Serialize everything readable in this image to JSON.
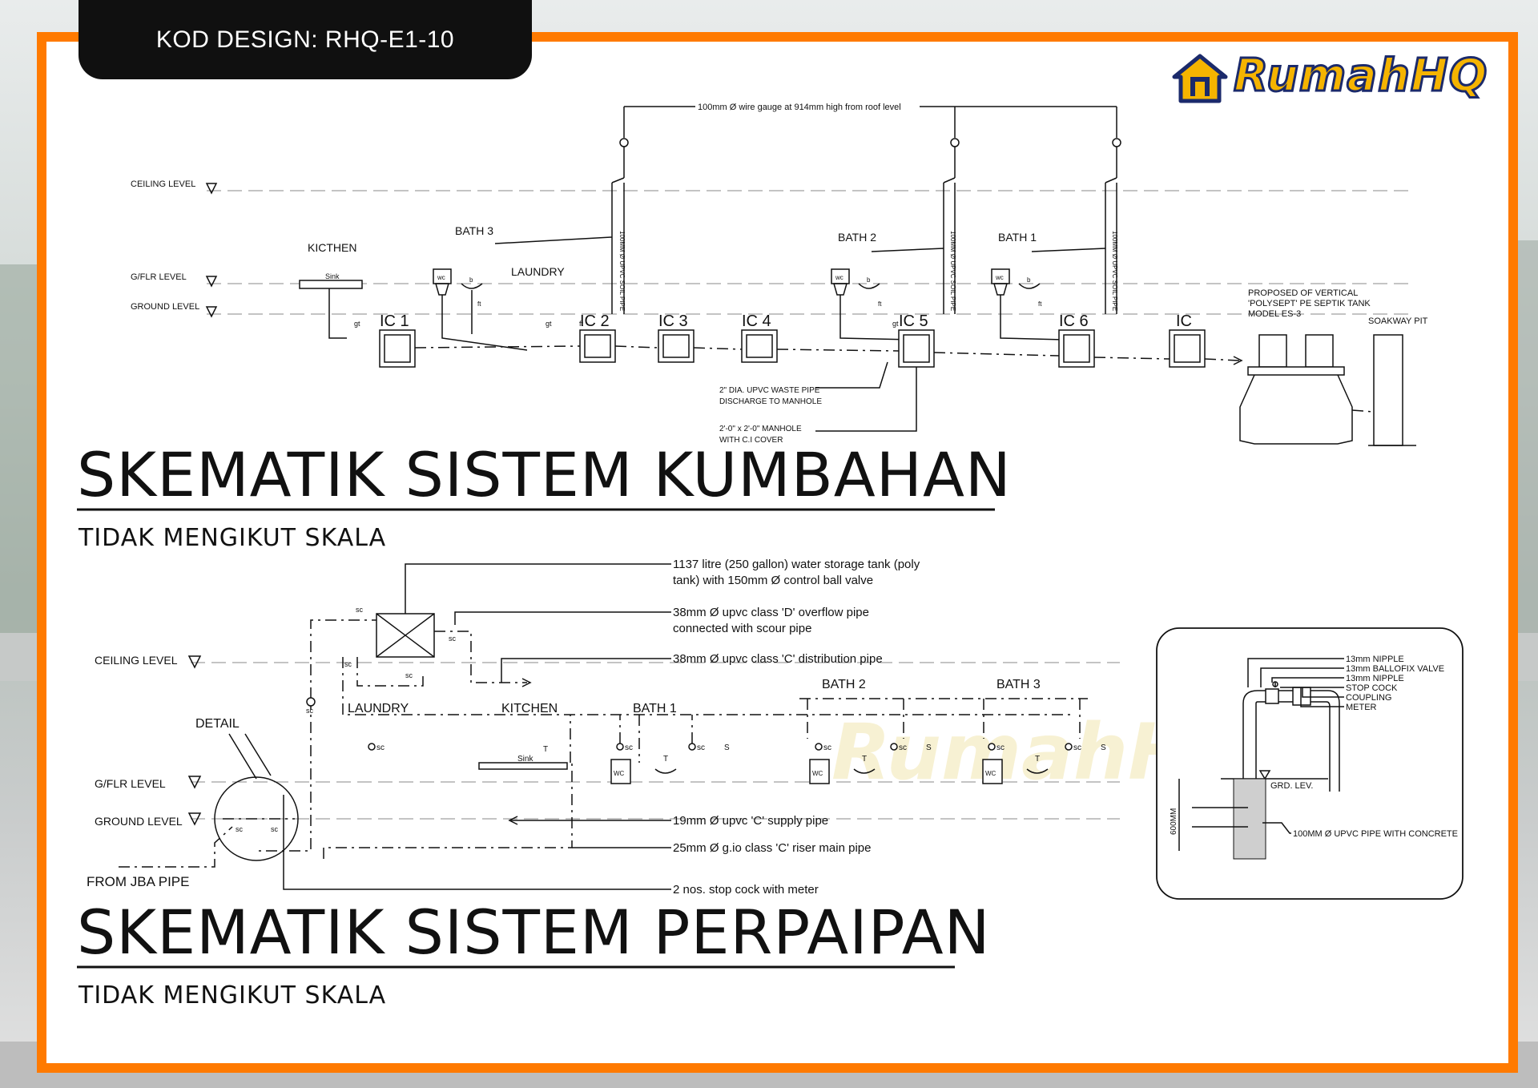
{
  "header": {
    "design_code": "KOD DESIGN: RHQ-E1-10"
  },
  "brand": {
    "logo_text": "RumahHQ",
    "watermark_text": "RumahHQ",
    "accent": "#ff7a00",
    "logo_fill": "#f5b400",
    "logo_outline": "#1b2a6b"
  },
  "sewer": {
    "title": "SKEMATIK SISTEM KUMBAHAN",
    "subtitle": "TIDAK MENGIKUT SKALA",
    "vent_note": "100mm Ø wire gauge at 914mm high from roof level",
    "levels": {
      "ceiling": "CEILING LEVEL",
      "gflr": "G/FLR LEVEL",
      "ground": "GROUND LEVEL"
    },
    "rooms": {
      "kitchen": "KICTHEN",
      "bath3": "BATH 3",
      "laundry": "LAUNDRY",
      "bath2": "BATH 2",
      "bath1": "BATH 1"
    },
    "fixtures": {
      "sink": "Sink",
      "wc": "wc",
      "basin": "b",
      "floor_trap": "ft",
      "gully_trap": "gt"
    },
    "chambers": {
      "ic1": "IC 1",
      "ic2": "IC 2",
      "ic3": "IC 3",
      "ic4": "IC 4",
      "ic5": "IC 5",
      "ic6": "IC 6",
      "ic": "IC"
    },
    "stack_label": "100MM Ø UPVC SOIL PIPE",
    "septic_note_1": "PROPOSED OF VERTICAL",
    "septic_note_2": "'POLYSEPT' PE SEPTIK TANK",
    "septic_note_3": "MODEL ES-3",
    "soakaway": "SOAKWAY PIT",
    "waste_note_1": "2\" DIA. UPVC WASTE PIPE",
    "waste_note_2": "DISCHARGE TO MANHOLE",
    "manhole_note_1": "2'-0\" x 2'-0\" MANHOLE",
    "manhole_note_2": "WITH C.I COVER"
  },
  "plumbing": {
    "title": "SKEMATIK SISTEM PERPAIPAN",
    "subtitle": "TIDAK MENGIKUT SKALA",
    "levels": {
      "ceiling": "CEILING LEVEL",
      "gflr": "G/FLR LEVEL",
      "ground": "GROUND LEVEL"
    },
    "rooms": {
      "laundry": "LAUNDRY",
      "kitchen": "KITCHEN",
      "bath1": "BATH 1",
      "bath2": "BATH 2",
      "bath3": "BATH 3"
    },
    "detail": "DETAIL",
    "from_jba": "FROM JBA PIPE",
    "sc": "sc",
    "s": "S",
    "t": "T",
    "wc": "WC",
    "sink": "Sink",
    "notes": {
      "tank_1": "1137 litre (250 gallon) water storage tank (poly",
      "tank_2": "tank) with 150mm Ø control ball valve",
      "overflow_1": "38mm Ø upvc class 'D' overflow pipe",
      "overflow_2": "connected with scour pipe",
      "distribution": "38mm Ø upvc class 'C' distribution pipe",
      "supply": "19mm Ø upvc 'C' supply pipe",
      "riser": "25mm Ø g.io class 'C' riser main pipe",
      "stopcock": "2 nos. stop cock with meter"
    }
  },
  "detail_box": {
    "labels": [
      "13mm NIPPLE",
      "13mm BALLOFIX VALVE",
      "13mm NIPPLE",
      "STOP COCK",
      "COUPLING",
      "METER"
    ],
    "grd_lev": "GRD. LEV.",
    "pipe_note": "100MM Ø UPVC PIPE WITH CONCRETE",
    "depth": "600MM"
  }
}
